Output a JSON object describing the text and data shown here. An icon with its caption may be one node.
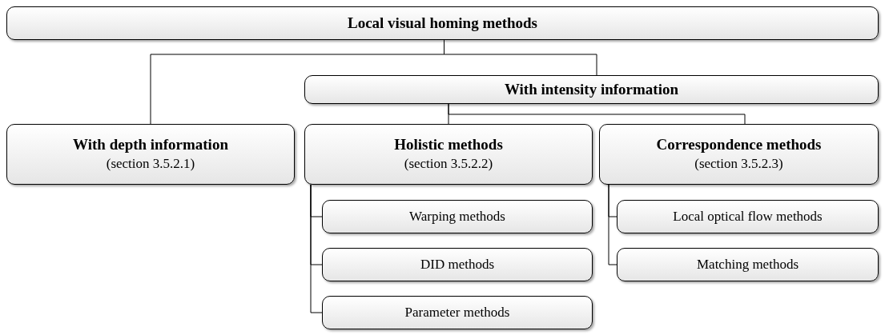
{
  "diagram": {
    "nodes": [
      {
        "text": [
          "Local visual homing methods"
        ]
      },
      {
        "text": [
          "With intensity information"
        ]
      },
      {
        "text": [
          "With depth information",
          "(section 3.5.2.1)"
        ]
      },
      {
        "text": [
          "Holistic methods",
          "(section 3.5.2.2)"
        ]
      },
      {
        "text": [
          "Correspondence methods",
          "(section 3.5.2.3)"
        ]
      },
      {
        "text": [
          "Warping methods"
        ]
      },
      {
        "text": [
          "DID methods"
        ]
      },
      {
        "text": [
          "Parameter methods"
        ]
      },
      {
        "text": [
          "Local optical flow methods"
        ]
      },
      {
        "text": [
          "Matching methods"
        ]
      }
    ],
    "edges": [
      {
        "from": 0,
        "to": 2,
        "arrow": "none"
      },
      {
        "from": 0,
        "to": 1,
        "arrow": "none"
      },
      {
        "from": 1,
        "to": 3,
        "arrow": "none"
      },
      {
        "from": 1,
        "to": 4,
        "arrow": "none"
      },
      {
        "from": 3,
        "to": 5,
        "arrow": "none"
      },
      {
        "from": 3,
        "to": 6,
        "arrow": "none"
      },
      {
        "from": 3,
        "to": 7,
        "arrow": "none"
      },
      {
        "from": 4,
        "to": 8,
        "arrow": "none"
      },
      {
        "from": 4,
        "to": 9,
        "arrow": "none"
      }
    ]
  }
}
